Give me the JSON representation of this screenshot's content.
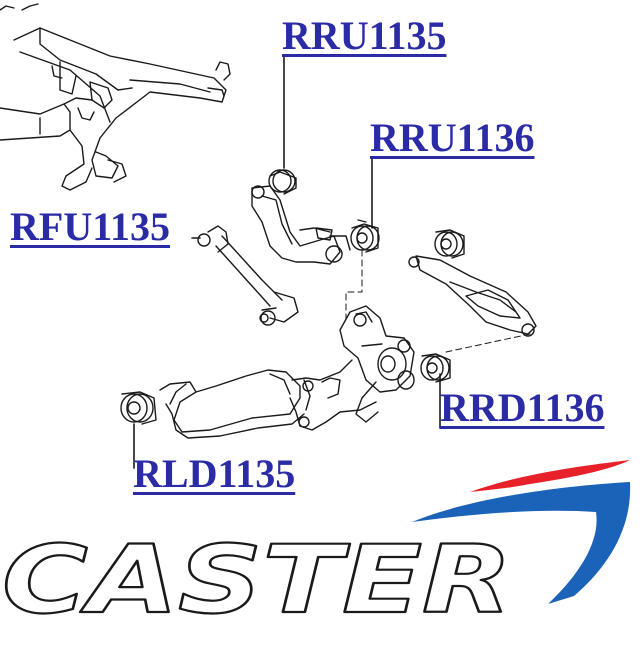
{
  "labels": {
    "rru1135": "RRU1135",
    "rru1136": "RRU1136",
    "rfu1135": "RFU1135",
    "rrd1136": "RRD1136",
    "rld1135": "RLD1135"
  },
  "brand": {
    "name": "CASTER"
  },
  "colors": {
    "label": "#2b2ba6",
    "swoosh_red": "#e8202a",
    "swoosh_blue": "#1b63b8",
    "line": "#1a1a1a"
  }
}
